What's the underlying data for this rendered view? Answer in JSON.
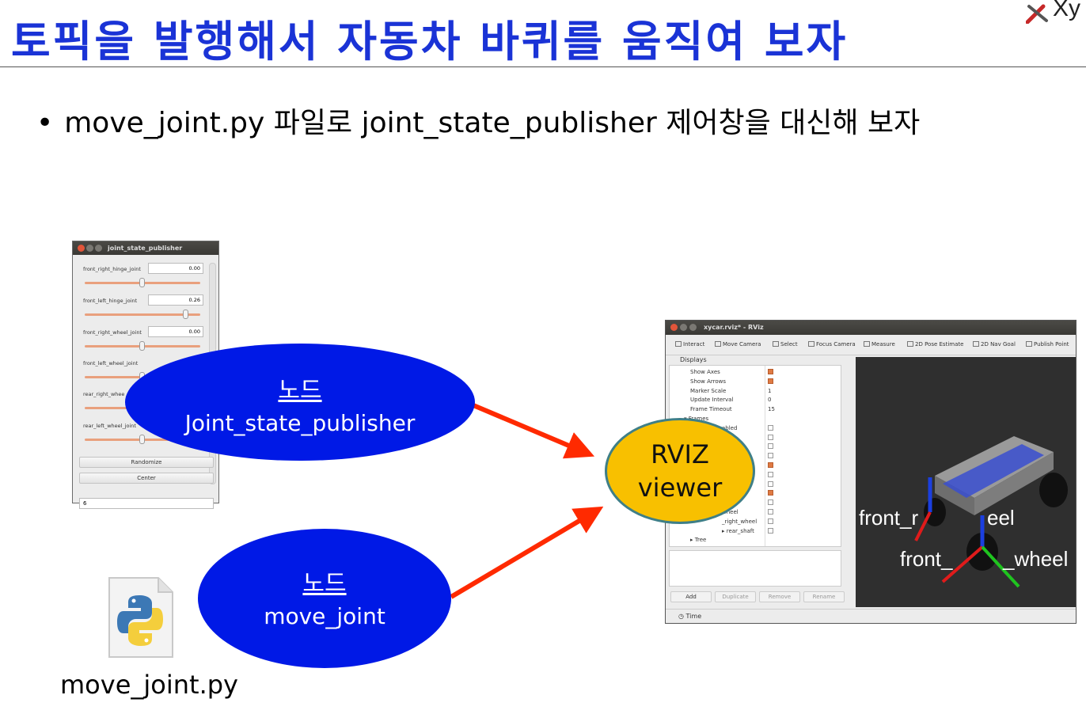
{
  "slide": {
    "title": "토픽을 발행해서 자동차 바퀴를 움직여 보자",
    "logo_text": "Xy",
    "bullet": "move_joint.py 파일로 joint_state_publisher 제어창을 대신해 보자"
  },
  "jsp_window": {
    "title": "joint_state_publisher",
    "joints": [
      {
        "label": "front_right_hinge_joint",
        "value": "0.00",
        "slider": 0.5
      },
      {
        "label": "front_left_hinge_joint",
        "value": "0.26",
        "slider": 0.88
      },
      {
        "label": "front_right_wheel_joint",
        "value": "0.00",
        "slider": 0.5
      },
      {
        "label": "front_left_wheel_joint",
        "value": "",
        "slider": 0.5
      },
      {
        "label": "rear_right_whee",
        "value": "",
        "slider": 0.5
      },
      {
        "label": "rear_left_wheel_joint",
        "value": "",
        "slider": 0.5
      }
    ],
    "randomize_label": "Randomize",
    "center_label": "Center",
    "spin_value": "6"
  },
  "rviz_window": {
    "title": "xycar.rviz* - RViz",
    "tools": [
      "Interact",
      "Move Camera",
      "Select",
      "Focus Camera",
      "Measure",
      "2D Pose Estimate",
      "2D Nav Goal",
      "Publish Point"
    ],
    "displays_header": "Displays",
    "rows": [
      {
        "name": "Show Axes",
        "value": "",
        "check": true
      },
      {
        "name": "Show Arrows",
        "value": "",
        "check": true
      },
      {
        "name": "Marker Scale",
        "value": "1"
      },
      {
        "name": "Update Interval",
        "value": "0"
      },
      {
        "name": "Frame Timeout",
        "value": "15"
      },
      {
        "name": "▾ Frames",
        "value": "",
        "indent": true
      },
      {
        "name": "abled",
        "value": "",
        "check": false,
        "partial": true
      },
      {
        "name": "",
        "value": "",
        "check": false
      },
      {
        "name": "",
        "value": "",
        "check": false
      },
      {
        "name": "",
        "value": "",
        "check": false
      },
      {
        "name": "",
        "value": "",
        "check": true
      },
      {
        "name": "",
        "value": "",
        "check": false
      },
      {
        "name": "e",
        "value": "",
        "check": false,
        "partial": true
      },
      {
        "name": "eel",
        "value": "",
        "check": true,
        "partial": true
      },
      {
        "name": "",
        "value": "",
        "check": false
      },
      {
        "name": "wheel",
        "value": "",
        "check": false,
        "partial": true
      },
      {
        "name": "_right_wheel",
        "value": "",
        "check": false,
        "partial": true
      },
      {
        "name": "▸ rear_shaft",
        "value": "",
        "check": false,
        "partial": true
      },
      {
        "name": "▸ Tree",
        "value": ""
      }
    ],
    "buttons": [
      "Add",
      "Duplicate",
      "Remove",
      "Rename"
    ],
    "time_label": "Time",
    "view_labels": [
      "front_r",
      "eel",
      "front_",
      "_wheel"
    ]
  },
  "diagram": {
    "node1": {
      "kr": "노드",
      "name": "Joint_state_publisher"
    },
    "node2": {
      "kr": "노드",
      "name": "move_joint"
    },
    "viewer": {
      "line1": "RVIZ",
      "line2": "viewer"
    },
    "file_label": "move_joint.py",
    "node_color": "#0019e6",
    "viewer_color": "#f8c000",
    "arrow_color": "#ff2a00",
    "title_color": "#1a33d6"
  }
}
